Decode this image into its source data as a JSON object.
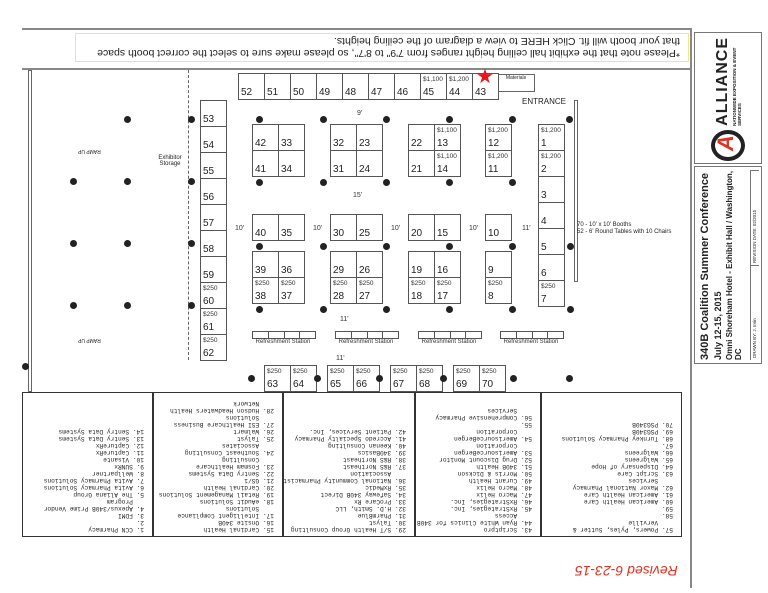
{
  "note": "*Please note that the exhibit hall ceiling height ranges from 7'9\" to 8'7\", so please make sure to select the correct booth space that your booth will fit. Click HERE to view a diagram of the ceiling heights.",
  "floor": {
    "entrance": "ENTRANCE",
    "materials": "Materials",
    "storage": "Exhibitor Storage",
    "ramp_up": [
      "RAMP UP",
      "RAMP UP"
    ],
    "legend": [
      "70 - 10' x 10' Booths",
      "52 - 6' Round Tables with 10 Chairs"
    ],
    "refreshment": [
      "Refreshment Station",
      "Refreshment Station",
      "Refreshment Station",
      "Refreshment Station"
    ],
    "dims": [
      "9'",
      "15'",
      "10'",
      "10'",
      "10'",
      "10'",
      "11'",
      "11'",
      "11'"
    ],
    "booths": {
      "1": {
        "price": "$1,200"
      },
      "2": {
        "price": "$1,200"
      },
      "3": {},
      "4": {},
      "5": {},
      "6": {},
      "7": {
        "price": "$250"
      },
      "8": {
        "price": "$250"
      },
      "9": {},
      "10": {},
      "11": {
        "price": "$1,200"
      },
      "12": {
        "price": "$1,200"
      },
      "13": {
        "price": "$1,100"
      },
      "14": {
        "price": "$1,100"
      },
      "15": {},
      "16": {},
      "17": {
        "price": "$250"
      },
      "18": {
        "price": "$250"
      },
      "19": {},
      "20": {},
      "21": {},
      "22": {},
      "23": {},
      "24": {},
      "25": {},
      "26": {},
      "27": {
        "price": "$250"
      },
      "28": {
        "price": "$250"
      },
      "29": {},
      "30": {},
      "31": {},
      "32": {},
      "33": {},
      "34": {},
      "35": {},
      "36": {},
      "37": {
        "price": "$250"
      },
      "38": {
        "price": "$250"
      },
      "39": {},
      "40": {},
      "41": {},
      "42": {},
      "43": {},
      "44": {
        "price": "$1,200"
      },
      "45": {
        "price": "$1,100"
      },
      "46": {},
      "47": {},
      "48": {},
      "49": {},
      "50": {},
      "51": {},
      "52": {},
      "53": {},
      "54": {},
      "55": {},
      "56": {},
      "57": {},
      "58": {},
      "59": {},
      "60": {
        "price": "$250"
      },
      "61": {
        "price": "$250"
      },
      "62": {
        "price": "$250"
      },
      "63": {
        "price": "$250"
      },
      "64": {
        "price": "$250"
      },
      "65": {
        "price": "$250"
      },
      "66": {
        "price": "$250"
      },
      "67": {
        "price": "$250"
      },
      "68": {
        "price": "$250"
      },
      "69": {
        "price": "$250"
      },
      "70": {
        "price": "$250"
      }
    }
  },
  "exhibitors": [
    [
      "1. CCN Pharmacy",
      "2.",
      "3. FDMI",
      "4. Apexus/340B Prime Vendor",
      "   Program",
      "5. The Aliana Group",
      "6. Avita Pharmacy Solutions",
      "7. Avita Pharmacy Solutions",
      "8. Wellpartner",
      "9. SUNRx",
      "10. Visante",
      "11. CaptureRx",
      "12. CaptureRx",
      "13. Sentry Data Systems",
      "14. Sentry Data Systems"
    ],
    [
      "15. Cardinal Health",
      "16. Onsite 340B",
      "17. Intelligent Compliance",
      "    Solutions",
      "18. eAudit Solutions",
      "19. Retail Management Solutions",
      "20. Cardinal Health",
      "21. GS/1",
      "22. Sentry Data Systems",
      "23. Fosmam Healthcare",
      "    Consulting",
      "24. Southeast Consulting",
      "    Associates",
      "25. Talyst",
      "26. Walmart",
      "27. ESI Healthcare Business",
      "    Solutions",
      "28. Hudson Headwaters Health",
      "    Network"
    ],
    [
      "29. S/T Health Group Consulting",
      "30. Talyst",
      "31. PharmBlue",
      "32. H.D. Smith, LLC",
      "33. ProCare Rx",
      "34. Safeway 340B Direct",
      "35. RxMedic",
      "36. National Community Pharmacists",
      "    Association",
      "37. R&S Northeast",
      "38. R&S Northeast",
      "39. 340Basics",
      "40. Keenan Consulting",
      "41. Accredo Specialty Pharmacy",
      "42. Patient Services, Inc."
    ],
    [
      "43. Scriptpro",
      "44. Ryan White Clinics for 340B",
      "    Access",
      "45. RxStrategies, Inc.",
      "46. RxStrategies, Inc.",
      "47. Macro Helix",
      "48. Macro Helix",
      "49. Curant Health",
      "50. Morris & Dickson",
      "51. 340B Health",
      "52. Drug Discount Monitor",
      "53. AmerisourceBergen",
      "    Corporation",
      "54. AmerisourceBergen",
      "    Corporation",
      "55.",
      "56. Comprehensive Pharmacy",
      "    Services"
    ],
    [
      "57. Powers, Pyles, Sutter &",
      "    Verville",
      "58.",
      "59.",
      "60. American Health Care",
      "61. American Health Care",
      "62. Maxor National Pharmacy",
      "    Services",
      "63. Script Care",
      "64. Dispensary of Hope",
      "65. Walgreens",
      "66. Walgreens",
      "67.",
      "68. Turnkey Pharmacy Solutions",
      "69. PSG340B",
      "70. PSG340B"
    ]
  ],
  "title_block": {
    "logo_name": "ALLIANCE",
    "logo_tagline": "NATIONWIDE EXPOSITION & EVENT SERVICES",
    "title": "340B Coalition Summer Conference",
    "dates": "July 12-15, 2015",
    "venue": "Omni Shoreham Hotel - Exhibit Hall / Washington, DC",
    "drawn_by": "DRAWN BY: J. Irvin",
    "revision_date": "REVISION DATE: 02/2015"
  },
  "revised": "Revised 6-23-15",
  "colors": {
    "accent": "#e03020",
    "star": "#e8141c"
  }
}
